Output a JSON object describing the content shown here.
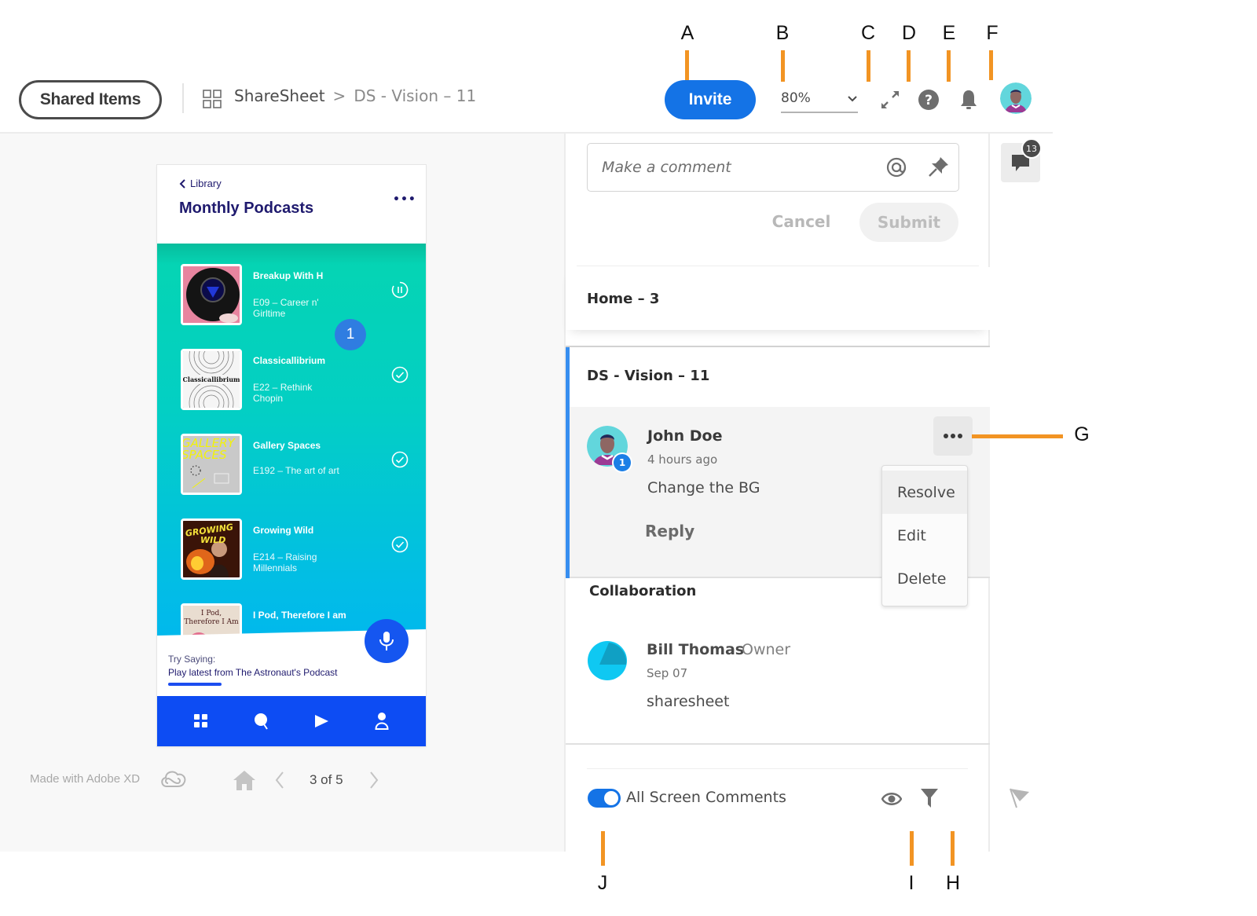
{
  "callouts": {
    "top": [
      "A",
      "B",
      "C",
      "D",
      "E",
      "F"
    ],
    "side": [
      "G"
    ],
    "bottom": [
      "J",
      "I",
      "H"
    ],
    "color": "#f29423"
  },
  "header": {
    "shared_items_label": "Shared Items",
    "breadcrumb": {
      "icon": "grid-icon",
      "root": "ShareSheet",
      "separator": ">",
      "current": "DS - Vision – 11"
    },
    "invite_label": "Invite",
    "zoom_level": "80%",
    "icons": [
      "fullscreen-icon",
      "help-icon",
      "bell-icon",
      "user-avatar"
    ],
    "accent_color": "#1473e6"
  },
  "prototype": {
    "back_label": "Library",
    "title": "Monthly Podcasts",
    "more_label": "•••",
    "comment_pin_number": "1",
    "podcasts": [
      {
        "title": "Breakup With H",
        "subtitle": "E09 – Career n' Girltime",
        "status": "playing-icon"
      },
      {
        "title": "Classicallibrium",
        "subtitle": "E22 – Rethink Chopin",
        "status": "check-icon",
        "art_text": "Classicallibrium"
      },
      {
        "title": "Gallery Spaces",
        "subtitle": "E192 – The art of art",
        "status": "check-icon",
        "art_text": "GALLERY SPACES"
      },
      {
        "title": "Growing Wild",
        "subtitle": "E214 – Raising Millennials",
        "status": "check-icon",
        "art_text": "GROWING WILD"
      },
      {
        "title": "I Pod, Therefore I am",
        "subtitle": "",
        "status": "",
        "art_text": "I Pod, Therefore I Am"
      }
    ],
    "try_saying_label": "Try Saying:",
    "try_saying_command": "Play latest from The Astronaut's Podcast",
    "nav": [
      "grid-icon",
      "search-icon",
      "play-icon",
      "profile-icon"
    ]
  },
  "canvas_footer": {
    "made_with": "Made with Adobe XD",
    "page_indicator": "3 of 5"
  },
  "comments": {
    "input_placeholder": "Make a comment",
    "cancel_label": "Cancel",
    "submit_label": "Submit",
    "groups": [
      {
        "title": "Home – 3"
      },
      {
        "title": "DS - Vision – 11",
        "comment": {
          "author": "John Doe",
          "time": "4 hours ago",
          "text": "Change the BG",
          "badge": "1",
          "reply_label": "Reply",
          "menu": [
            "Resolve",
            "Edit",
            "Delete"
          ]
        }
      },
      {
        "title": "Collaboration",
        "comment": {
          "author": "Bill Thomas",
          "role": "Owner",
          "time": "Sep 07",
          "text": "sharesheet"
        }
      }
    ],
    "footer": {
      "toggle_label": "All Screen Comments",
      "toggle_on": true
    }
  },
  "rail": {
    "comment_count": "13"
  }
}
